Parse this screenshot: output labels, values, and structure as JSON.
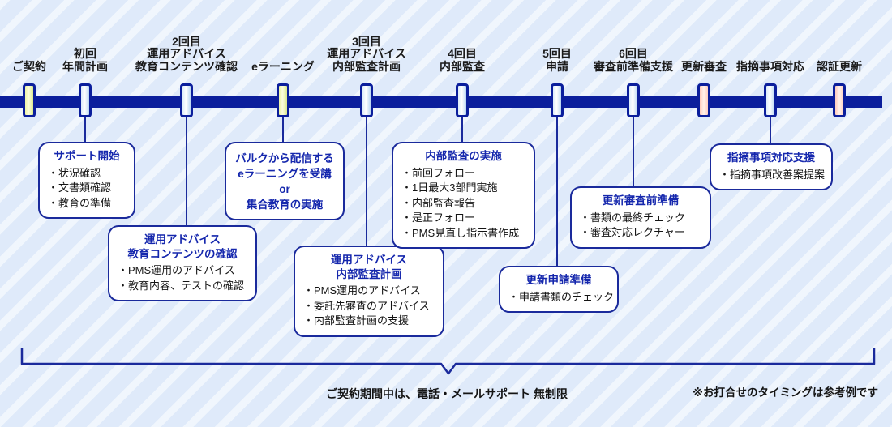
{
  "timeline": {
    "milestones": [
      {
        "lines": [
          "ご契約"
        ],
        "color": "yellow"
      },
      {
        "lines": [
          "初回",
          "年間計画"
        ],
        "color": "blue"
      },
      {
        "lines": [
          "2回目",
          "運用アドバイス",
          "教育コンテンツ確認"
        ],
        "color": "blue"
      },
      {
        "lines": [
          "eラーニング"
        ],
        "color": "yellow"
      },
      {
        "lines": [
          "3回目",
          "運用アドバイス",
          "内部監査計画"
        ],
        "color": "blue"
      },
      {
        "lines": [
          "4回目",
          "内部監査"
        ],
        "color": "blue"
      },
      {
        "lines": [
          "5回目",
          "申請"
        ],
        "color": "blue"
      },
      {
        "lines": [
          "6回目",
          "審査前準備支援"
        ],
        "color": "blue"
      },
      {
        "lines": [
          "更新審査"
        ],
        "color": "pink"
      },
      {
        "lines": [
          "指摘事項対応"
        ],
        "color": "blue"
      },
      {
        "lines": [
          "認証更新"
        ],
        "color": "pink"
      }
    ]
  },
  "callouts": [
    {
      "title_lines": [
        "サポート開始"
      ],
      "bullets": [
        "・状況確認",
        "・文書類確認",
        "・教育の準備"
      ]
    },
    {
      "title_lines": [
        "運用アドバイス",
        "教育コンテンツの確認"
      ],
      "bullets": [
        "・PMS運用のアドバイス",
        "・教育内容、テストの確認"
      ]
    },
    {
      "title_lines": [
        "バルクから配信する",
        "eラーニングを受講",
        "or",
        "集合教育の実施"
      ],
      "bullets": []
    },
    {
      "title_lines": [
        "運用アドバイス",
        "内部監査計画"
      ],
      "bullets": [
        "・PMS運用のアドバイス",
        "・委託先審査のアドバイス",
        "・内部監査計画の支援"
      ]
    },
    {
      "title_lines": [
        "内部監査の実施"
      ],
      "bullets": [
        "・前回フォロー",
        "・1日最大3部門実施",
        "・内部監査報告",
        "・是正フォロー",
        "・PMS見直し指示書作成"
      ]
    },
    {
      "title_lines": [
        "更新申請準備"
      ],
      "bullets": [
        "・申請書類のチェック"
      ]
    },
    {
      "title_lines": [
        "更新審査前準備"
      ],
      "bullets": [
        "・書類の最終チェック",
        "・審査対応レクチャー"
      ]
    },
    {
      "title_lines": [
        "指摘事項対応支援"
      ],
      "bullets": [
        "・指摘事項改善案提案"
      ]
    }
  ],
  "footer": {
    "brace_note": "ご契約期間中は、電話・メールサポート 無制限",
    "disclaimer": "※お打合せのタイミングは参考例です"
  },
  "colors": {
    "navy": "#0b1e9c",
    "box_border": "#1a2a9c",
    "title_blue": "#1527ad",
    "background": "#dfeafa",
    "marker_yellow": "#eef4a6",
    "marker_blue": "#dcecfa",
    "marker_pink": "#ffcbbc"
  }
}
